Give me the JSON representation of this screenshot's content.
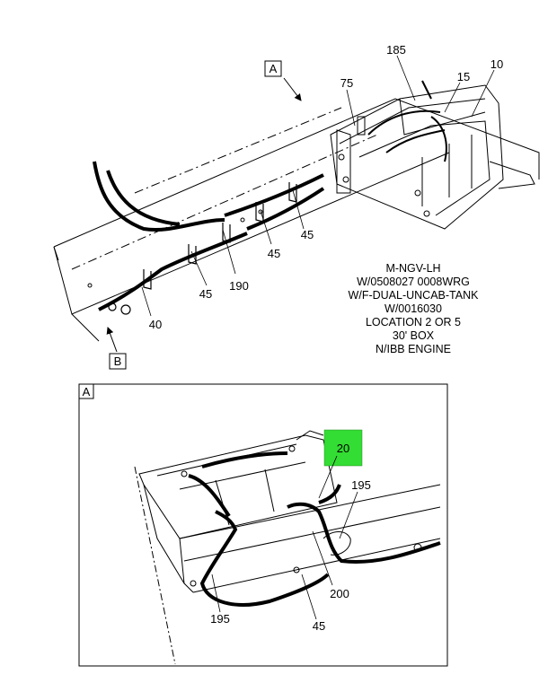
{
  "view_letters": {
    "a_top": "A",
    "b": "B",
    "a_detail": "A"
  },
  "callouts": {
    "c185": "185",
    "c15": "15",
    "c10": "10",
    "c75": "75",
    "c45_a": "45",
    "c45_b": "45",
    "c45_c": "45",
    "c190": "190",
    "c40": "40",
    "c20": "20",
    "c195_a": "195",
    "c195_b": "195",
    "c200": "200",
    "c45_d": "45"
  },
  "notes": [
    "M-NGV-LH",
    "W/0508027 0008WRG",
    "W/F-DUAL-UNCAB-TANK",
    "W/0016030",
    "LOCATION 2 OR 5",
    "30' BOX",
    "N/IBB ENGINE"
  ],
  "highlight_color": "#33dd33"
}
